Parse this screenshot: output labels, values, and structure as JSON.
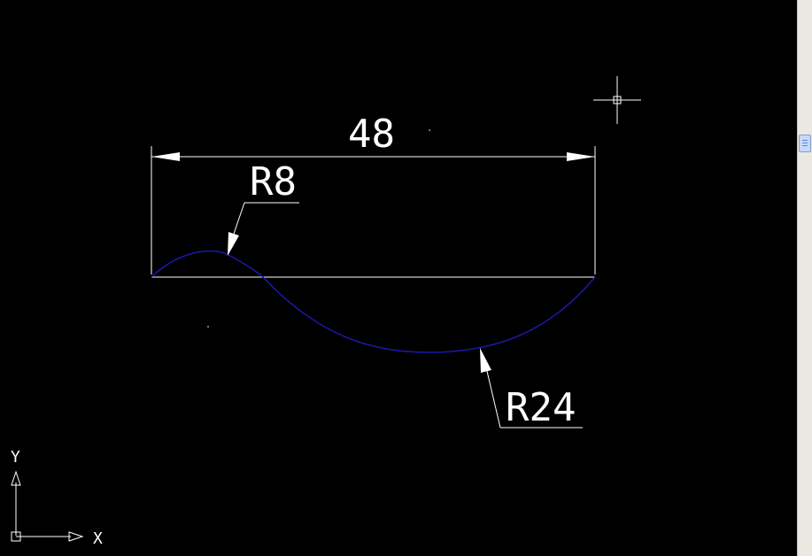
{
  "drawing": {
    "dimension_linear": "48",
    "radius_small": "R8",
    "radius_large": "R24"
  },
  "ucs": {
    "x_label": "X",
    "y_label": "Y"
  },
  "colors": {
    "background": "#000000",
    "geometry_line": "#ffffff",
    "arc": "#1a1aa8",
    "dimension": "#ffffff"
  },
  "icons": {
    "crosshair": "crosshair-cursor-icon",
    "ucs": "ucs-icon"
  }
}
